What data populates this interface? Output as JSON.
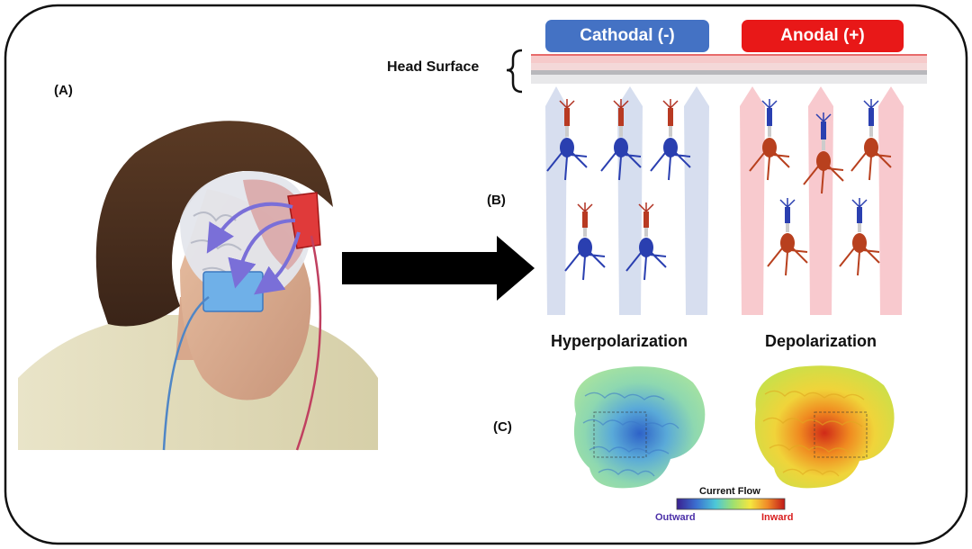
{
  "panels": {
    "a_label": "(A)",
    "b_label": "(B)",
    "c_label": "(C)"
  },
  "electrodes": {
    "cathodal_label": "Cathodal (-)",
    "anodal_label": "Anodal (+)",
    "cathodal_color": "#4472c4",
    "anodal_color": "#e81818"
  },
  "head_surface_label": "Head Surface",
  "effects": {
    "left": "Hyperpolarization",
    "right": "Depolarization"
  },
  "colorbar": {
    "title": "Current Flow",
    "left_label": "Outward",
    "right_label": "Inward",
    "left_color": "#4b2fa8",
    "right_color": "#d81e1e"
  }
}
